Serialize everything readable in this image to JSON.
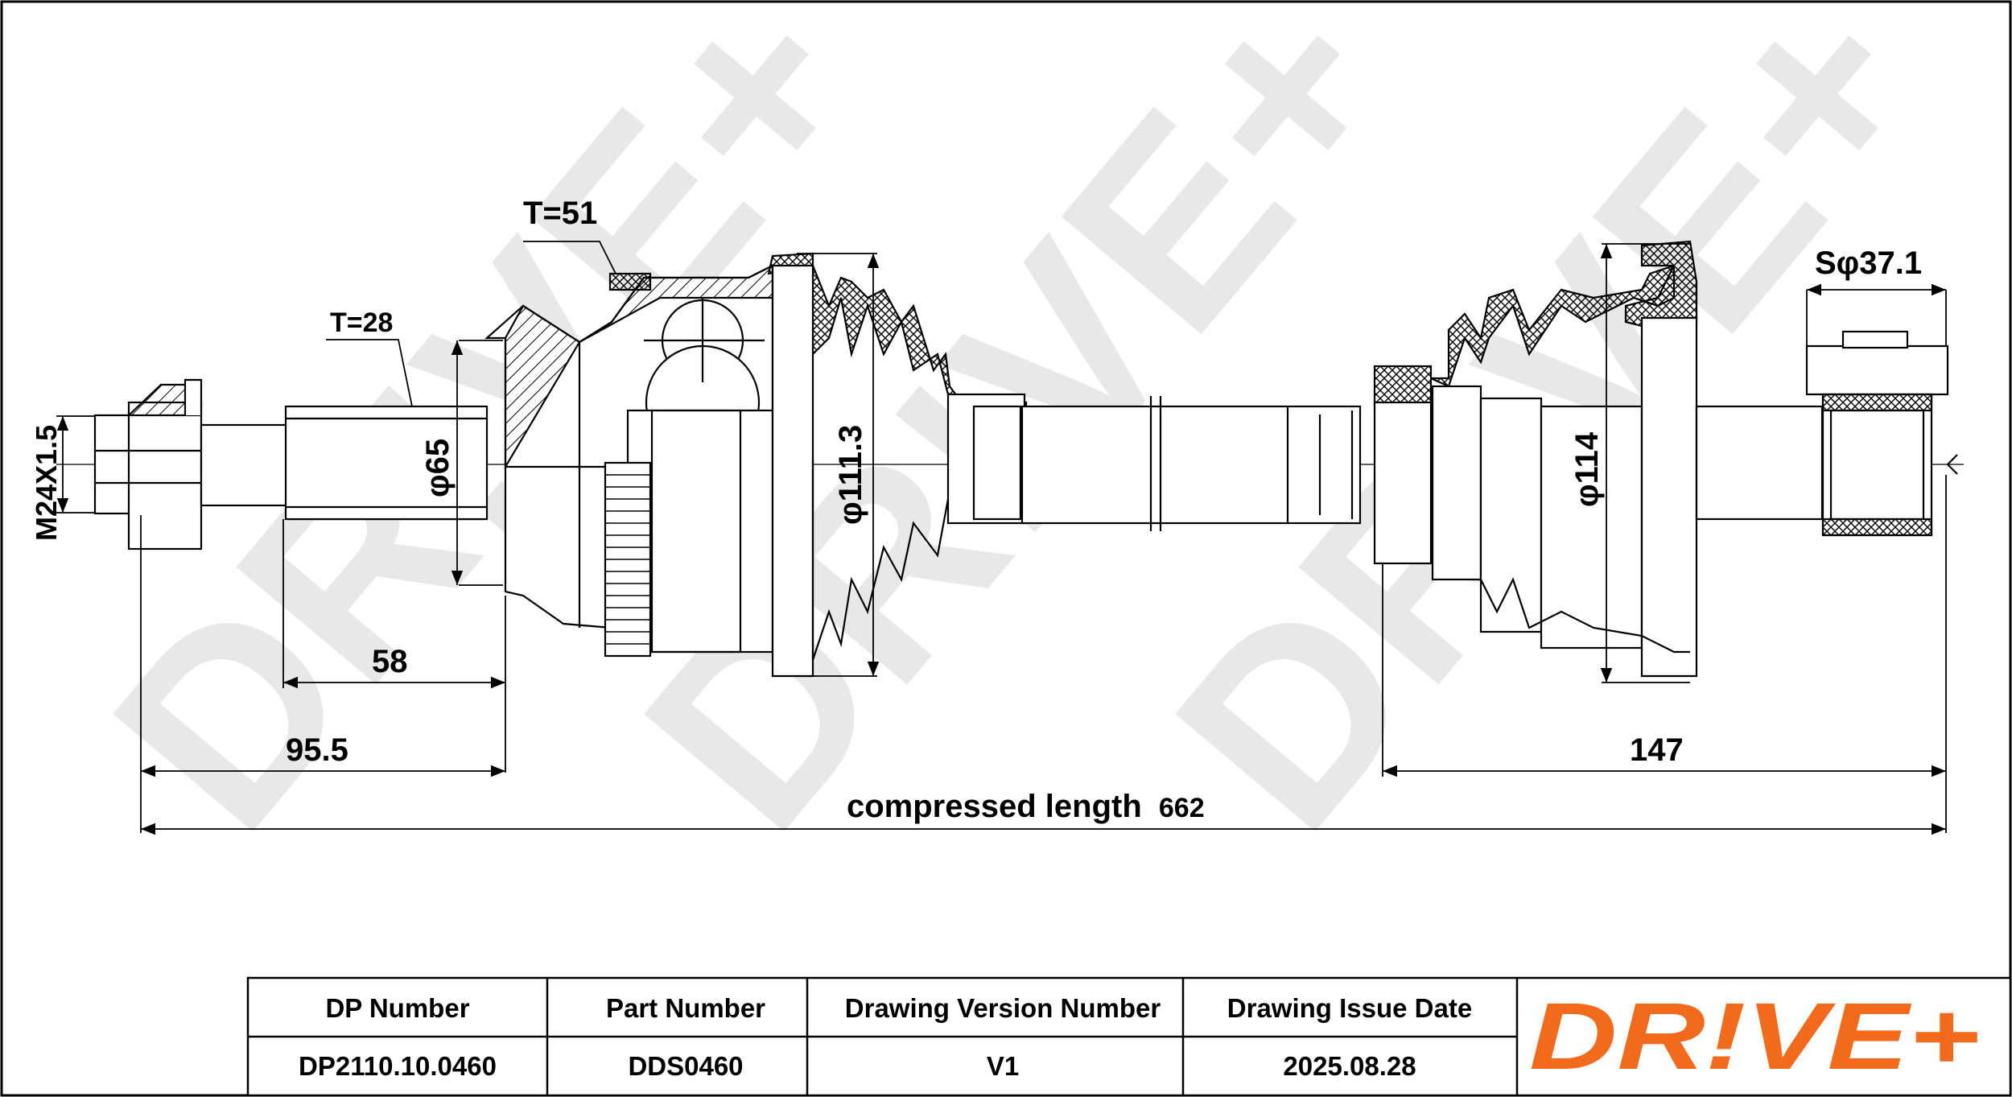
{
  "watermark": {
    "text": "DR!VE+",
    "color": "#e8e8e8"
  },
  "dimensions": {
    "thread": "M24X1.5",
    "spline_left": "T=28",
    "abs_ring": "T=51",
    "diameter_left_seat": "φ65",
    "diameter_outer_boot": "φ111.3",
    "diameter_inner_boot": "φ114",
    "inner_ball": "Sφ37.1",
    "length_58": "58",
    "length_95_5": "95.5",
    "length_147": "147",
    "compressed_label": "compressed length",
    "compressed_value": "662"
  },
  "title_block": {
    "headers": [
      "DP Number",
      "Part Number",
      "Drawing Version Number",
      "Drawing Issue Date"
    ],
    "values": [
      "DP2110.10.0460",
      "DDS0460",
      "V1",
      "2025.08.28"
    ]
  },
  "logo": {
    "text": "DR!VE+",
    "color": "#f26a1b"
  }
}
